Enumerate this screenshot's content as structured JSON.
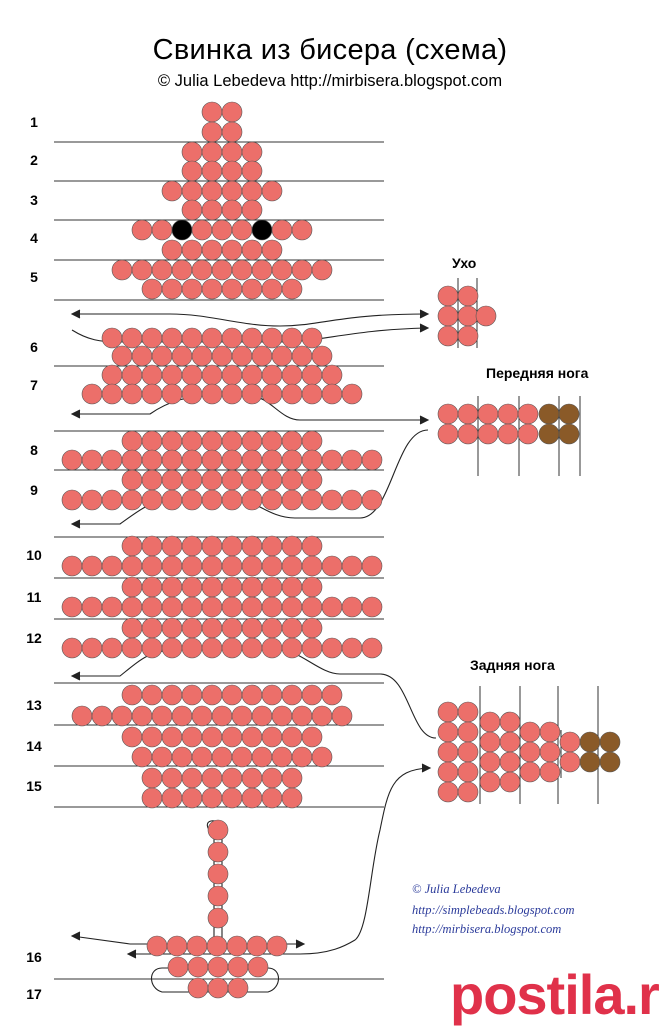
{
  "title": "Свинка из бисера (схема)",
  "subtitle": "© Julia Lebedeva http://mirbisera.blogspot.com",
  "row_numbers": [
    "1",
    "2",
    "3",
    "4",
    "5",
    "6",
    "7",
    "8",
    "9",
    "10",
    "11",
    "12",
    "13",
    "14",
    "15",
    "16",
    "17"
  ],
  "labels": {
    "ear": "Ухо",
    "front_leg": "Передняя нога",
    "back_leg": "Задняя нога"
  },
  "credits": [
    "© Julia Lebedeva",
    "http://simplebeads.blogspot.com",
    "http://mirbisera.blogspot.com"
  ],
  "watermark": "postila.ru",
  "colors": {
    "bead": "#ec6f6a",
    "eye": "#000000",
    "hoof": "#8a5a28",
    "watermark": "#e0314a",
    "credit": "#2a3a9a"
  }
}
